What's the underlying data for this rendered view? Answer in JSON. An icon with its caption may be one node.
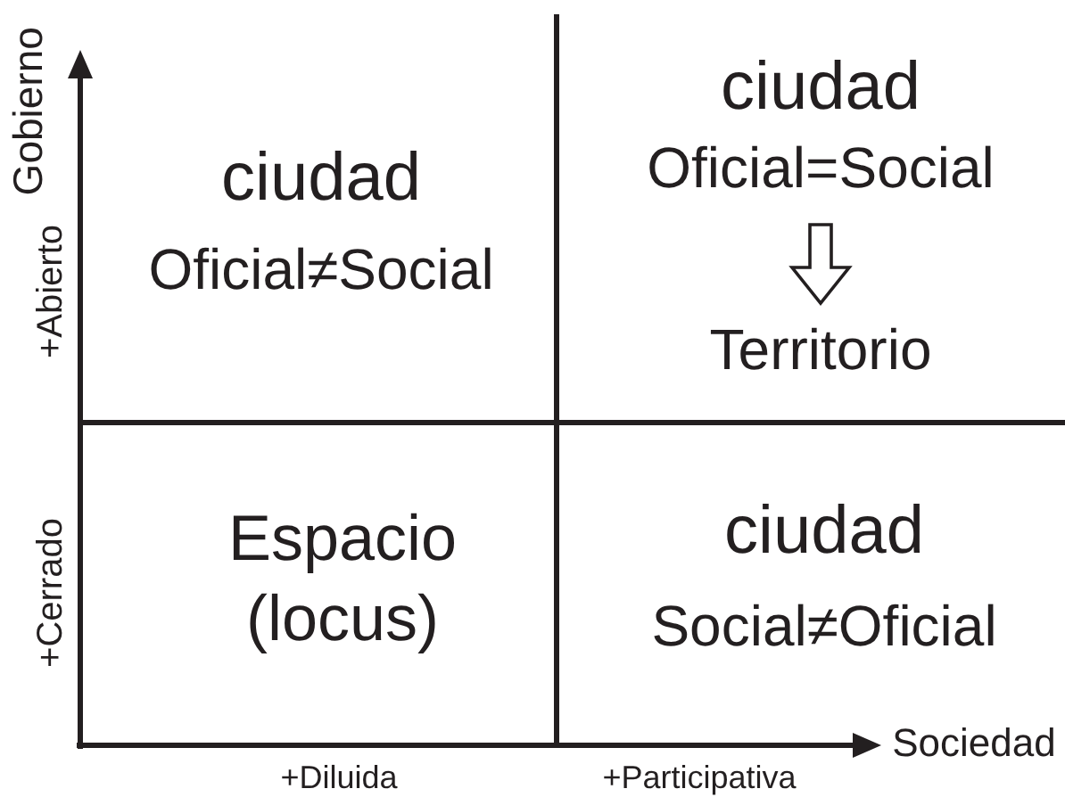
{
  "diagram": {
    "nodes": [
      {
        "text": [
          "ciudad",
          "Oficial=Social"
        ]
      },
      {
        "text": [
          "Territorio"
        ]
      }
    ],
    "edges": [
      {
        "from": 0,
        "to": 1,
        "arrow": "to"
      }
    ],
    "labels": [
      "Gobierno",
      "ciudad",
      "Oficial≠Social",
      "+Abierto",
      "+Cerrado",
      "Espacio (locus)",
      "ciudad",
      "Social≠Oficial",
      "Sociedad",
      "+Diluida",
      "+Participativa"
    ]
  }
}
